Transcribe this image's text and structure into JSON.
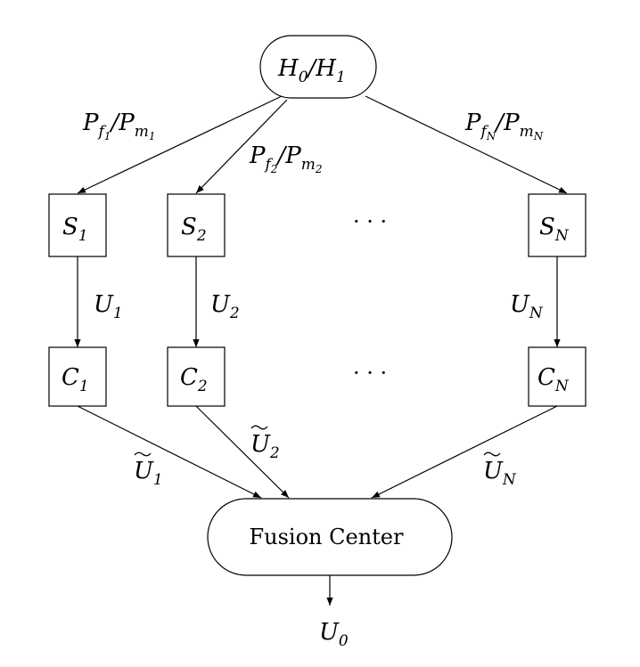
{
  "hypothesis": {
    "main": "H",
    "sub1": "0",
    "sep": "/",
    "main2": "H",
    "sub2": "1"
  },
  "error_labels": {
    "first": {
      "p1": "P",
      "f": "f",
      "n1": "1",
      "sep": "/",
      "p2": "P",
      "m": "m",
      "n2": "1"
    },
    "second": {
      "p1": "P",
      "f": "f",
      "n1": "2",
      "sep": "/",
      "p2": "P",
      "m": "m",
      "n2": "2"
    },
    "last": {
      "p1": "P",
      "f": "f",
      "n1": "N",
      "sep": "/",
      "p2": "P",
      "m": "m",
      "n2": "N"
    }
  },
  "sensors": [
    {
      "letter": "S",
      "sub": "1"
    },
    {
      "letter": "S",
      "sub": "2"
    },
    {
      "letter": "S",
      "sub": "N"
    }
  ],
  "decisions": [
    {
      "letter": "U",
      "sub": "1"
    },
    {
      "letter": "U",
      "sub": "2"
    },
    {
      "letter": "U",
      "sub": "N"
    }
  ],
  "channels": [
    {
      "letter": "C",
      "sub": "1"
    },
    {
      "letter": "C",
      "sub": "2"
    },
    {
      "letter": "C",
      "sub": "N"
    }
  ],
  "received": [
    {
      "letter": "U",
      "sub": "1"
    },
    {
      "letter": "U",
      "sub": "2"
    },
    {
      "letter": "U",
      "sub": "N"
    }
  ],
  "ellipsis": "· · ·",
  "fusion_center": "Fusion Center",
  "output": {
    "letter": "U",
    "sub": "0"
  }
}
